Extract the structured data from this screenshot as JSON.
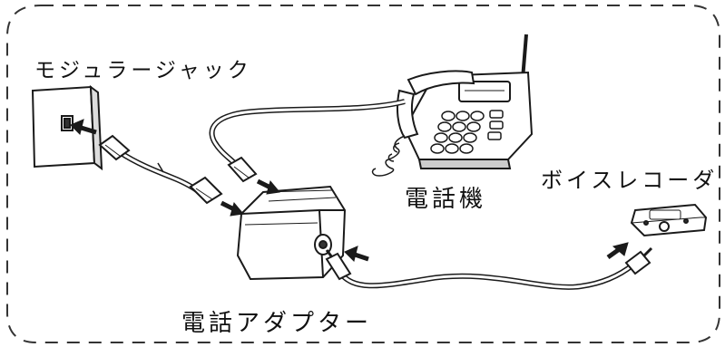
{
  "diagram": {
    "labels": {
      "modular_jack": "モジュラージャック",
      "telephone": "電話機",
      "voice_recorder": "ボイスレコーダ",
      "phone_adapter": "電話アダプター"
    },
    "colors": {
      "line": "#1a1a1a",
      "fill": "#ffffff",
      "border_dash": "#333333"
    }
  }
}
